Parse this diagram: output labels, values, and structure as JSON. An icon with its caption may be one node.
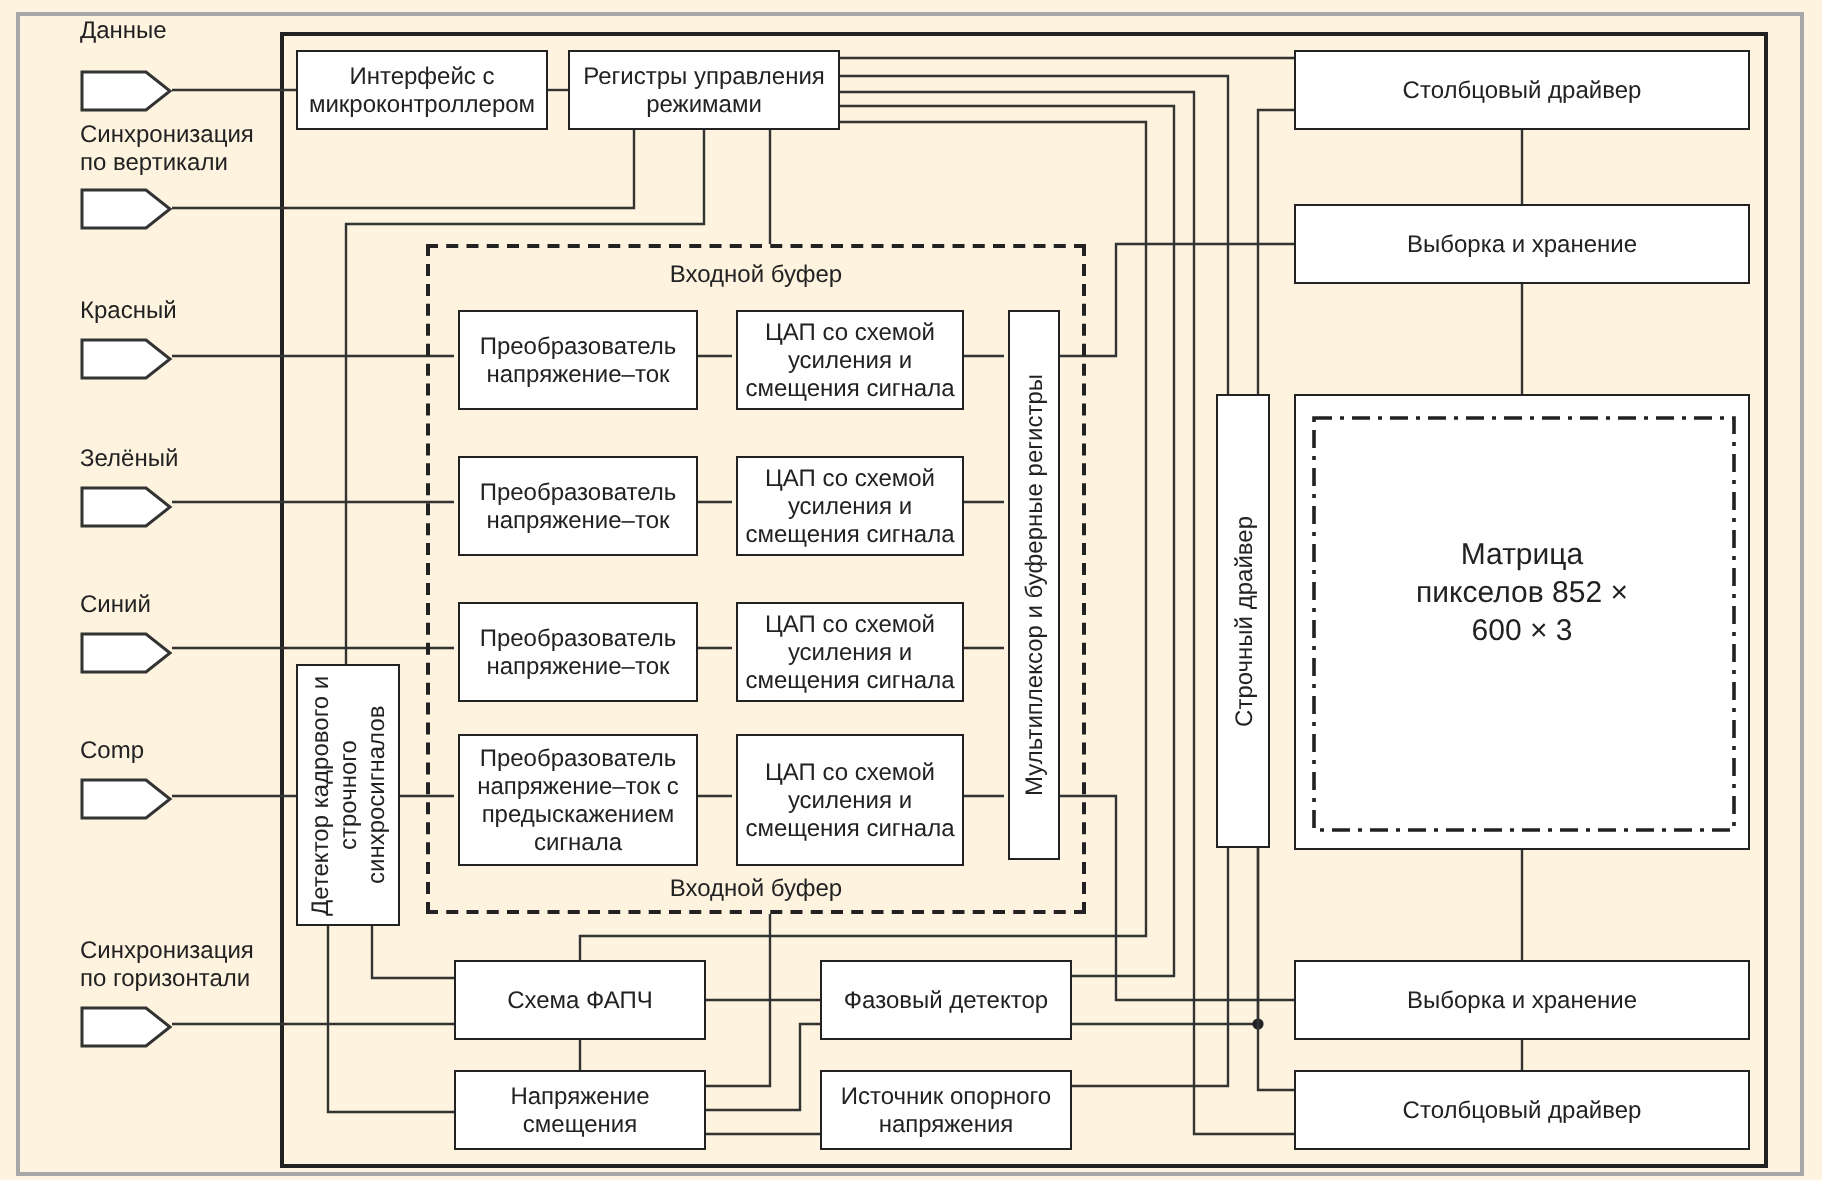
{
  "diagram": {
    "nodes": [
      {
        "text": [
          "Данные"
        ]
      },
      {
        "text": [
          "Синхронизация по вертикали"
        ]
      },
      {
        "text": [
          "Красный"
        ]
      },
      {
        "text": [
          "Зелёный"
        ]
      },
      {
        "text": [
          "Синий"
        ]
      },
      {
        "text": [
          "Comp"
        ]
      },
      {
        "text": [
          "Синхронизация по горизонтали"
        ]
      },
      {
        "text": [
          "Интерфейс с микроконтроллером"
        ]
      },
      {
        "text": [
          "Регистры управления режимами"
        ]
      },
      {
        "text": [
          "Входной буфер",
          "Входной буфер"
        ]
      },
      {
        "text": [
          "Преобразователь напряжение–ток"
        ],
        "in": 9
      },
      {
        "text": [
          "ЦАП со схемой усиления и смещения сигнала"
        ],
        "in": 9
      },
      {
        "text": [
          "Преобразователь напряжение–ток"
        ],
        "in": 9
      },
      {
        "text": [
          "ЦАП со схемой усиления и смещения сигнала"
        ],
        "in": 9
      },
      {
        "text": [
          "Преобразователь напряжение–ток"
        ],
        "in": 9
      },
      {
        "text": [
          "ЦАП со схемой усиления и смещения сигнала"
        ],
        "in": 9
      },
      {
        "text": [
          "Преобразователь напряжение–ток с предыскажением сигнала"
        ],
        "in": 9
      },
      {
        "text": [
          "ЦАП со схемой усиления и смещения сигнала"
        ],
        "in": 9
      },
      {
        "text": [
          "Мультиплексор и буферные регистры"
        ],
        "in": 9
      },
      {
        "text": [
          "Детектор кадрового и строчного синхросигналов"
        ]
      },
      {
        "text": [
          "Схема ФАПЧ"
        ]
      },
      {
        "text": [
          "Напряжение смещения"
        ]
      },
      {
        "text": [
          "Фазовый детектор"
        ]
      },
      {
        "text": [
          "Источник опорного напряжения"
        ]
      },
      {
        "text": [
          "Строчный драйвер"
        ]
      },
      {
        "text": [
          "Столбцовый драйвер"
        ]
      },
      {
        "text": [
          "Выборка и хранение"
        ]
      },
      {
        "text": [
          "Матрица пикселов 852 × 600 × 3"
        ]
      },
      {
        "text": [
          "Выборка и хранение"
        ]
      },
      {
        "text": [
          "Столбцовый драйвер"
        ]
      }
    ],
    "edges": [
      {
        "from": 0,
        "to": 7,
        "arrow": "none"
      },
      {
        "from": 7,
        "to": 8,
        "arrow": "none"
      },
      {
        "from": 1,
        "to": 8,
        "arrow": "none"
      },
      {
        "from": 8,
        "to": 19,
        "arrow": "none"
      },
      {
        "from": 8,
        "to": 9,
        "arrow": "none"
      },
      {
        "from": 8,
        "to": 25,
        "arrow": "none"
      },
      {
        "from": 8,
        "to": 24,
        "arrow": "none"
      },
      {
        "from": 24,
        "to": 25,
        "arrow": "none"
      },
      {
        "from": 8,
        "to": 29,
        "arrow": "none"
      },
      {
        "from": 8,
        "to": 22,
        "arrow": "none"
      },
      {
        "from": 8,
        "to": 20,
        "arrow": "none"
      },
      {
        "from": 2,
        "to": 10,
        "arrow": "none"
      },
      {
        "from": 3,
        "to": 12,
        "arrow": "none"
      },
      {
        "from": 4,
        "to": 14,
        "arrow": "none"
      },
      {
        "from": 5,
        "to": 19,
        "arrow": "none"
      },
      {
        "from": 19,
        "to": 16,
        "arrow": "none"
      },
      {
        "from": 10,
        "to": 11,
        "arrow": "none"
      },
      {
        "from": 12,
        "to": 13,
        "arrow": "none"
      },
      {
        "from": 14,
        "to": 15,
        "arrow": "none"
      },
      {
        "from": 16,
        "to": 17,
        "arrow": "none"
      },
      {
        "from": 11,
        "to": 18,
        "arrow": "none"
      },
      {
        "from": 13,
        "to": 18,
        "arrow": "none"
      },
      {
        "from": 15,
        "to": 18,
        "arrow": "none"
      },
      {
        "from": 17,
        "to": 18,
        "arrow": "none"
      },
      {
        "from": 18,
        "to": 26,
        "arrow": "none"
      },
      {
        "from": 18,
        "to": 28,
        "arrow": "none"
      },
      {
        "from": 6,
        "to": 20,
        "arrow": "none"
      },
      {
        "from": 19,
        "to": 20,
        "arrow": "none"
      },
      {
        "from": 19,
        "to": 21,
        "arrow": "none"
      },
      {
        "from": 20,
        "to": 21,
        "arrow": "none"
      },
      {
        "from": 20,
        "to": 22,
        "arrow": "none"
      },
      {
        "from": 21,
        "to": 9,
        "arrow": "none"
      },
      {
        "from": 21,
        "to": 22,
        "arrow": "none"
      },
      {
        "from": 21,
        "to": 23,
        "arrow": "none"
      },
      {
        "from": 22,
        "to": 24,
        "arrow": "none"
      },
      {
        "from": 24,
        "to": 23,
        "arrow": "none"
      },
      {
        "from": 24,
        "to": 29,
        "arrow": "none"
      },
      {
        "from": 25,
        "to": 26,
        "arrow": "none"
      },
      {
        "from": 26,
        "to": 27,
        "arrow": "none"
      },
      {
        "from": 27,
        "to": 28,
        "arrow": "none"
      },
      {
        "from": 28,
        "to": 29,
        "arrow": "none"
      }
    ]
  }
}
